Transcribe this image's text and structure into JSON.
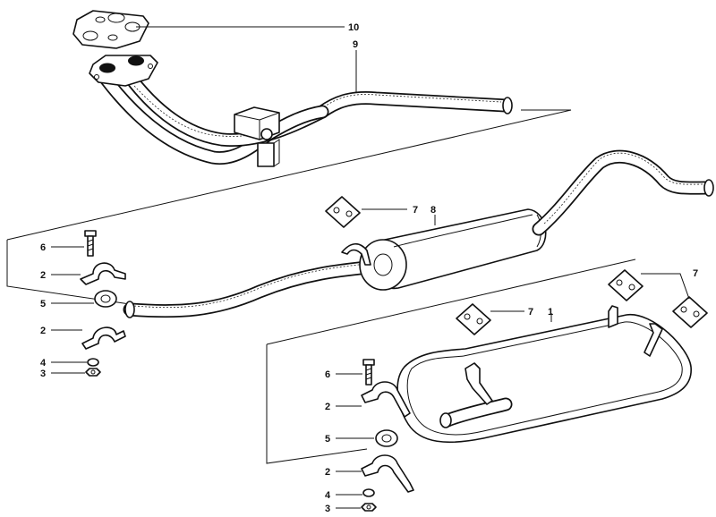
{
  "diagram": {
    "callouts": {
      "c10": "10",
      "c9": "9",
      "c8": "8",
      "c7a": "7",
      "c7b": "7",
      "c7c": "7",
      "c6a": "6",
      "c2a": "2",
      "c5a": "5",
      "c2b": "2",
      "c4a": "4",
      "c3a": "3",
      "c1": "1",
      "c6b": "6",
      "c2c": "2",
      "c5b": "5",
      "c2d": "2",
      "c4b": "4",
      "c3b": "3"
    }
  }
}
